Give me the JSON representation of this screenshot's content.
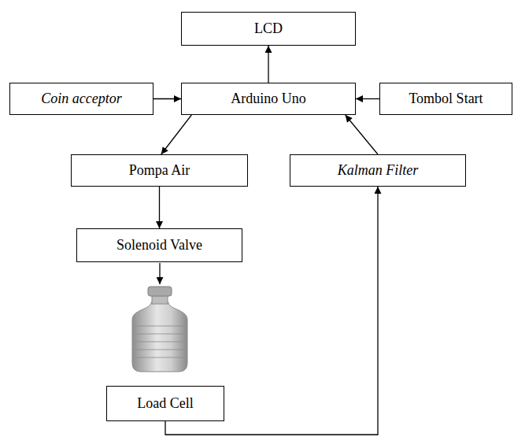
{
  "diagram": {
    "nodes": [
      {
        "text": [
          "LCD"
        ]
      },
      {
        "text": [
          "Coin acceptor"
        ]
      },
      {
        "text": [
          "Arduino Uno"
        ]
      },
      {
        "text": [
          "Tombol Start"
        ]
      },
      {
        "text": [
          "Pompa Air"
        ]
      },
      {
        "text": [
          "Kalman Filter"
        ]
      },
      {
        "text": [
          "Solenoid Valve"
        ]
      },
      {
        "text": [
          "Load Cell"
        ]
      }
    ],
    "edges": [
      {
        "from": 2,
        "to": 0,
        "arrow": "to"
      },
      {
        "from": 1,
        "to": 2,
        "arrow": "to"
      },
      {
        "from": 3,
        "to": 2,
        "arrow": "to"
      },
      {
        "from": 2,
        "to": 4,
        "arrow": "to"
      },
      {
        "from": 5,
        "to": 2,
        "arrow": "to"
      },
      {
        "from": 4,
        "to": 6,
        "arrow": "to"
      },
      {
        "from": 7,
        "to": 5,
        "arrow": "to"
      }
    ]
  }
}
